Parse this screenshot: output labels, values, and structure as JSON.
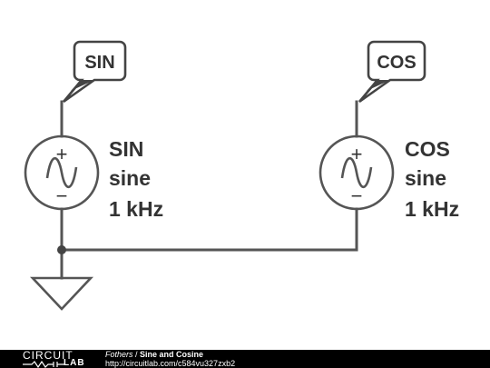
{
  "labels": {
    "sin_tag": "SIN",
    "cos_tag": "COS"
  },
  "sources": [
    {
      "name": "SIN",
      "type": "sine",
      "freq": "1 kHz"
    },
    {
      "name": "COS",
      "type": "sine",
      "freq": "1 kHz"
    }
  ],
  "symbols": {
    "plus": "+",
    "minus": "−"
  },
  "footer": {
    "logo_top": "CIRCUIT",
    "logo_bottom": "LAB",
    "author": "Fothers",
    "separator": " / ",
    "title": "Sine and Cosine",
    "url": "http://circuitlab.com/c584vu327zxb2"
  },
  "colors": {
    "wire": "#555555",
    "text": "#333333",
    "footer_bg": "#000000"
  }
}
